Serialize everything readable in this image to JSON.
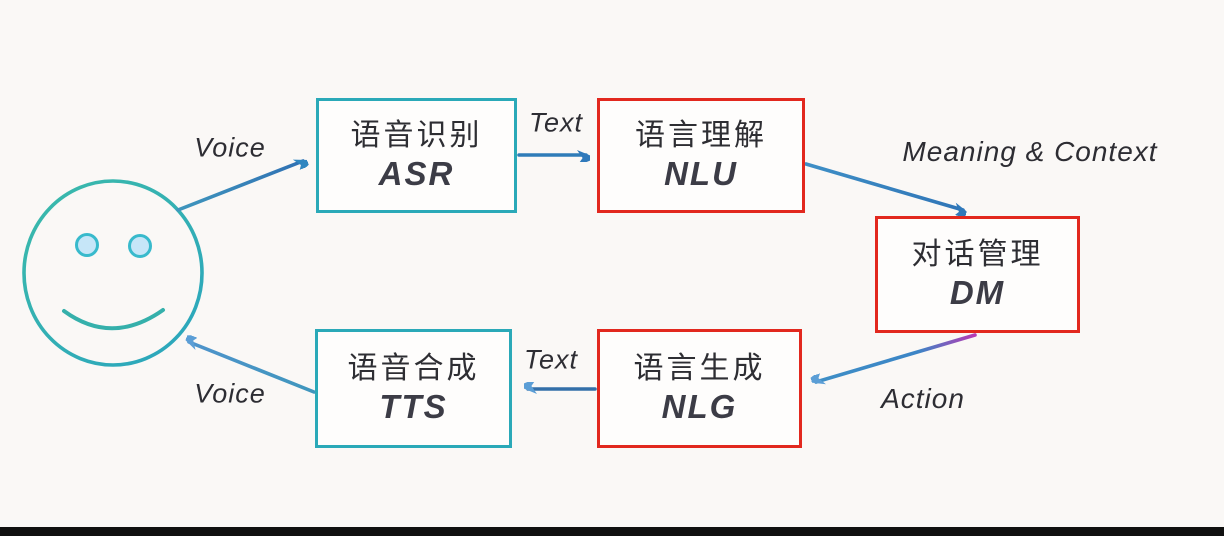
{
  "diagram": {
    "description": "Spoken dialogue system pipeline diagram",
    "nodes": {
      "person": {
        "icon": "smiley-face",
        "type": "user"
      },
      "asr": {
        "title": "语音识别",
        "subtitle": "ASR",
        "border_color": "#2aa9b8"
      },
      "nlu": {
        "title": "语言理解",
        "subtitle": "NLU",
        "border_color": "#e2281e"
      },
      "dm": {
        "title": "对话管理",
        "subtitle": "DM",
        "border_color": "#e2281e"
      },
      "nlg": {
        "title": "语言生成",
        "subtitle": "NLG",
        "border_color": "#e2281e"
      },
      "tts": {
        "title": "语音合成",
        "subtitle": "TTS",
        "border_color": "#2aa9b8"
      }
    },
    "edges": {
      "voice_in": {
        "label": "Voice",
        "from": "person",
        "to": "asr"
      },
      "text_in": {
        "label": "Text",
        "from": "asr",
        "to": "nlu"
      },
      "meaning": {
        "label": "Meaning & Context",
        "from": "nlu",
        "to": "dm"
      },
      "action": {
        "label": "Action",
        "from": "dm",
        "to": "nlg"
      },
      "text_out": {
        "label": "Text",
        "from": "nlg",
        "to": "tts"
      },
      "voice_out": {
        "label": "Voice",
        "from": "tts",
        "to": "person"
      }
    },
    "colors": {
      "background": "#faf8f6",
      "teal_border": "#2aa9b8",
      "red_border": "#e2281e",
      "arrow_blue": "#2f79bb",
      "arrow_magenta": "#b63ab4",
      "face_teal": "#31b0b2",
      "eye_fill": "#c6e6f8",
      "text_dark": "#2d2d33",
      "bottom_bar": "#101010"
    }
  }
}
